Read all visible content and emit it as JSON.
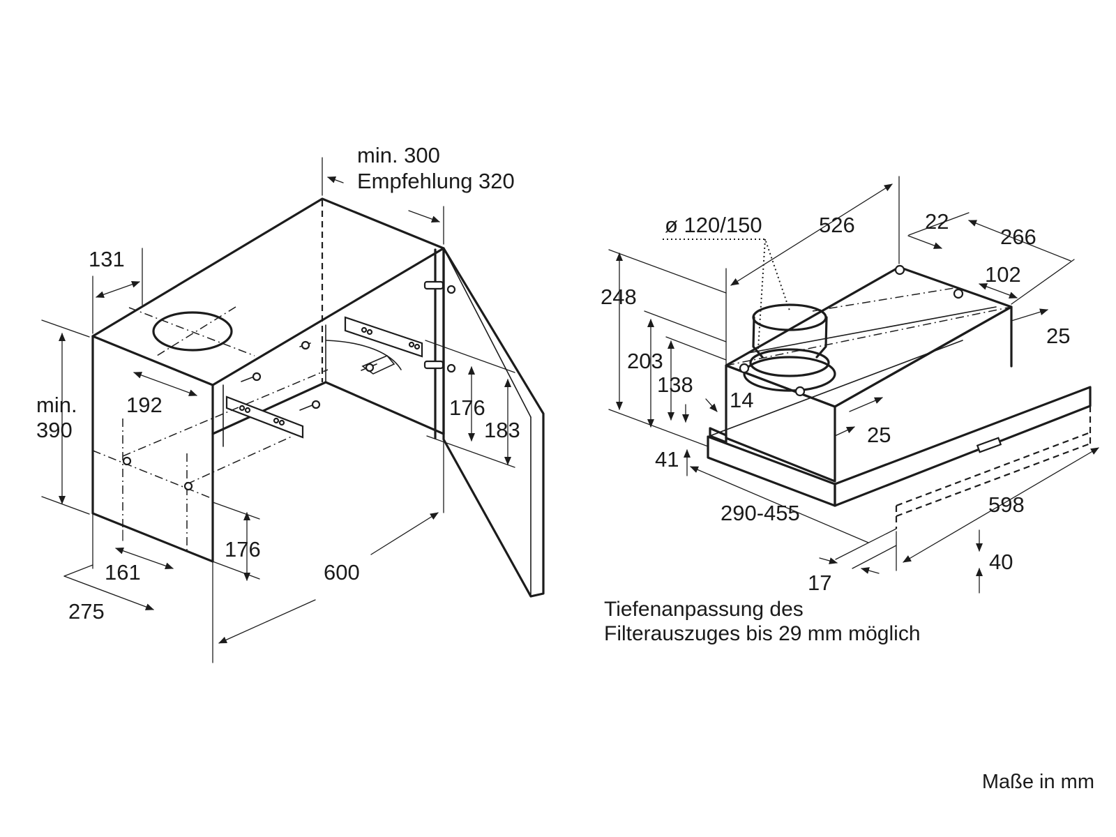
{
  "cabinet": {
    "depth_note": {
      "line1": "min. 300",
      "line2": "Empfehlung 320"
    },
    "dimensions": {
      "d131": "131",
      "d192": "192",
      "height_line1": "min.",
      "height_line2": "390",
      "d176_side": "176",
      "d183": "183",
      "d176_bottom": "176",
      "d161": "161",
      "d275": "275",
      "d600": "600"
    }
  },
  "hood": {
    "dimensions": {
      "duct_diameter": "ø 120/150",
      "d526": "526",
      "d22": "22",
      "d266": "266",
      "d102": "102",
      "d25_right": "25",
      "d248": "248",
      "d203": "203",
      "d138": "138",
      "d14": "14",
      "d25_front": "25",
      "d41": "41",
      "range_290_455": "290-455",
      "d598": "598",
      "d40": "40",
      "d17": "17"
    },
    "note": {
      "line1": "Tiefenanpassung des",
      "line2": "Filterauszuges bis 29 mm möglich"
    }
  },
  "footer": {
    "units": "Maße in mm"
  }
}
